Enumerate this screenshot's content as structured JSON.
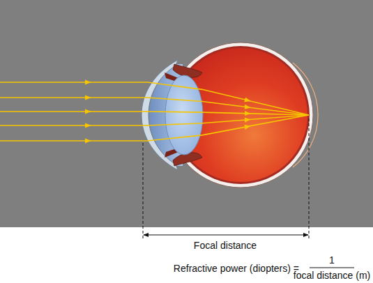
{
  "diagram": {
    "labels": [
      "Focal distance",
      "Refractive power (diopters) =",
      "1",
      "focal distance (m)"
    ]
  }
}
